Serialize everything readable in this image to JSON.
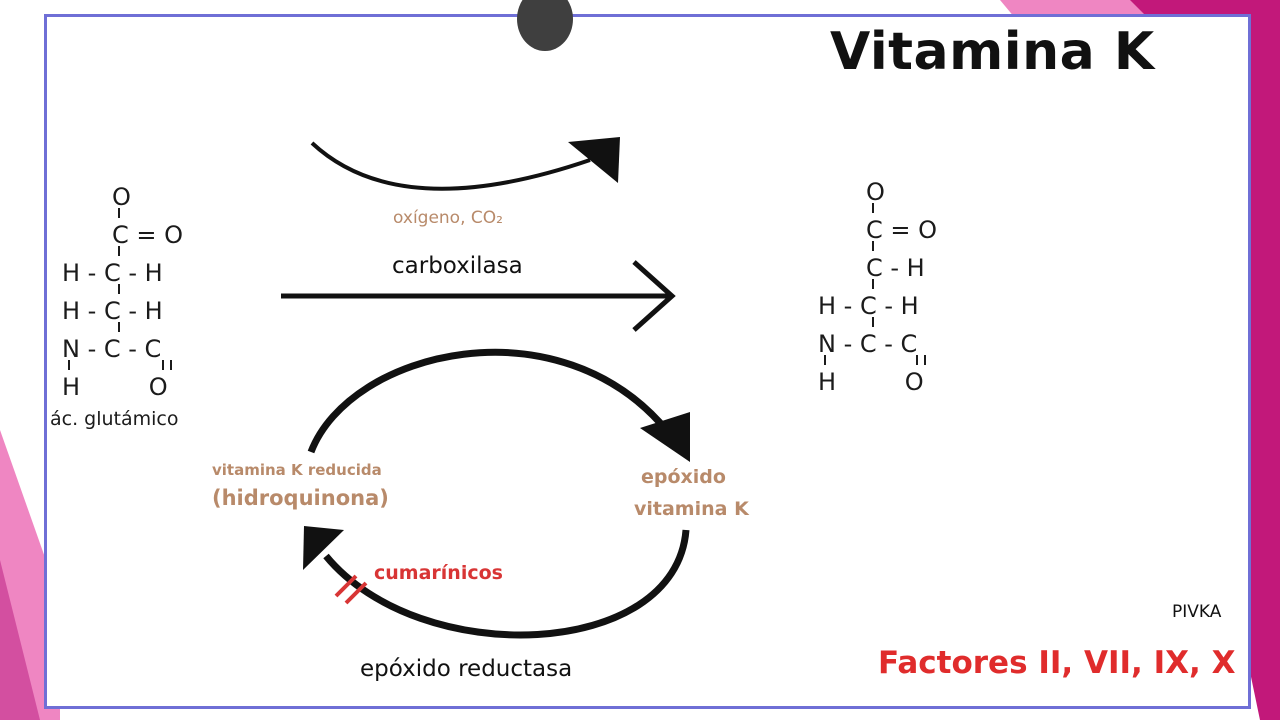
{
  "slide": {
    "title": "Vitamina K",
    "left_molecule": {
      "rows": [
        "O",
        "C = O",
        "H - C - H",
        "H - C - H",
        "N - C - C",
        "H         O"
      ],
      "name": "ác. glutámico"
    },
    "right_molecule": {
      "rows": [
        "O",
        "C = O",
        "C - H",
        "H - C - H",
        "N - C - C",
        "H         O"
      ]
    },
    "top_label": "oxígeno, CO₂",
    "main_arrow_label": "carboxilasa",
    "cycle": {
      "left_small": "vitamina K reducida",
      "left_big": "(hidroquinona)",
      "right_line1": "epóxido",
      "right_line2": "vitamina K",
      "inhibitor": "cumarínicos",
      "bottom": "epóxido reductasa"
    },
    "pivka": "PIVKA",
    "factores": "Factores II, VII, IX, X"
  },
  "colors": {
    "border": "#6f6fd6",
    "tan_text": "#b88a6a",
    "red_text": "#e02c2c",
    "magenta_bg": "#c2187a",
    "pink_bg": "#ef86c2"
  }
}
